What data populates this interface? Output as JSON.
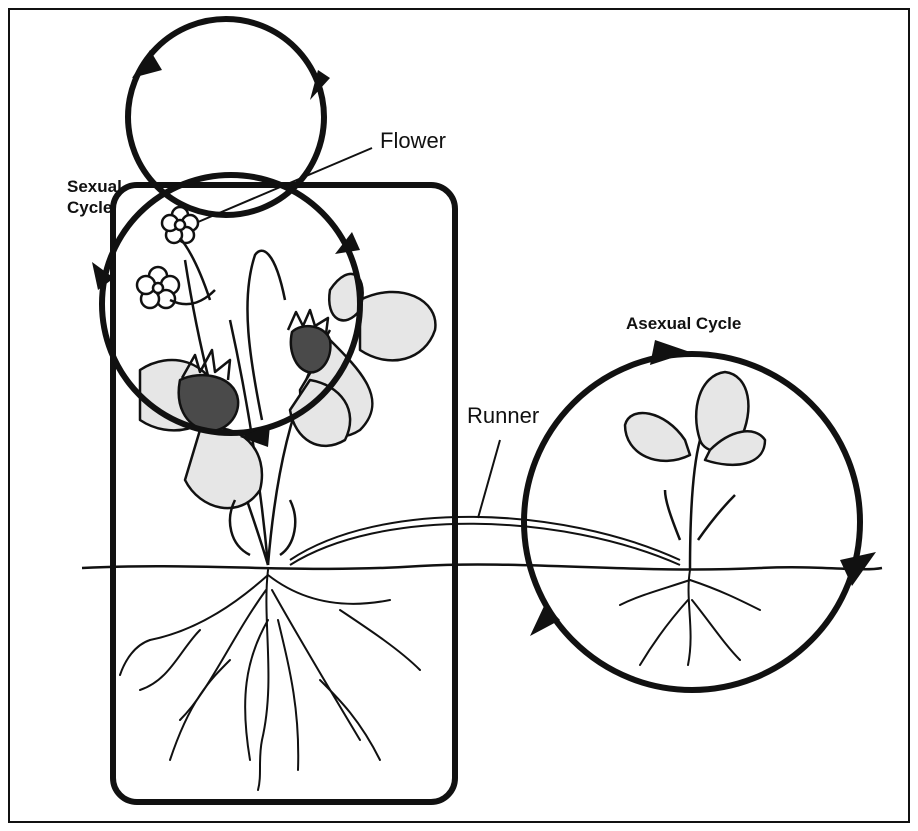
{
  "labels": {
    "flower": "Flower",
    "sexual_cycle_line1": "Sexual",
    "sexual_cycle_line2": "Cycle",
    "asexual_cycle": "Asexual Cycle",
    "runner": "Runner"
  },
  "colors": {
    "ink": "#111111",
    "leaf_fill": "#e6e6e6",
    "fruit_fill": "#4a4a4a",
    "background": "#ffffff"
  }
}
